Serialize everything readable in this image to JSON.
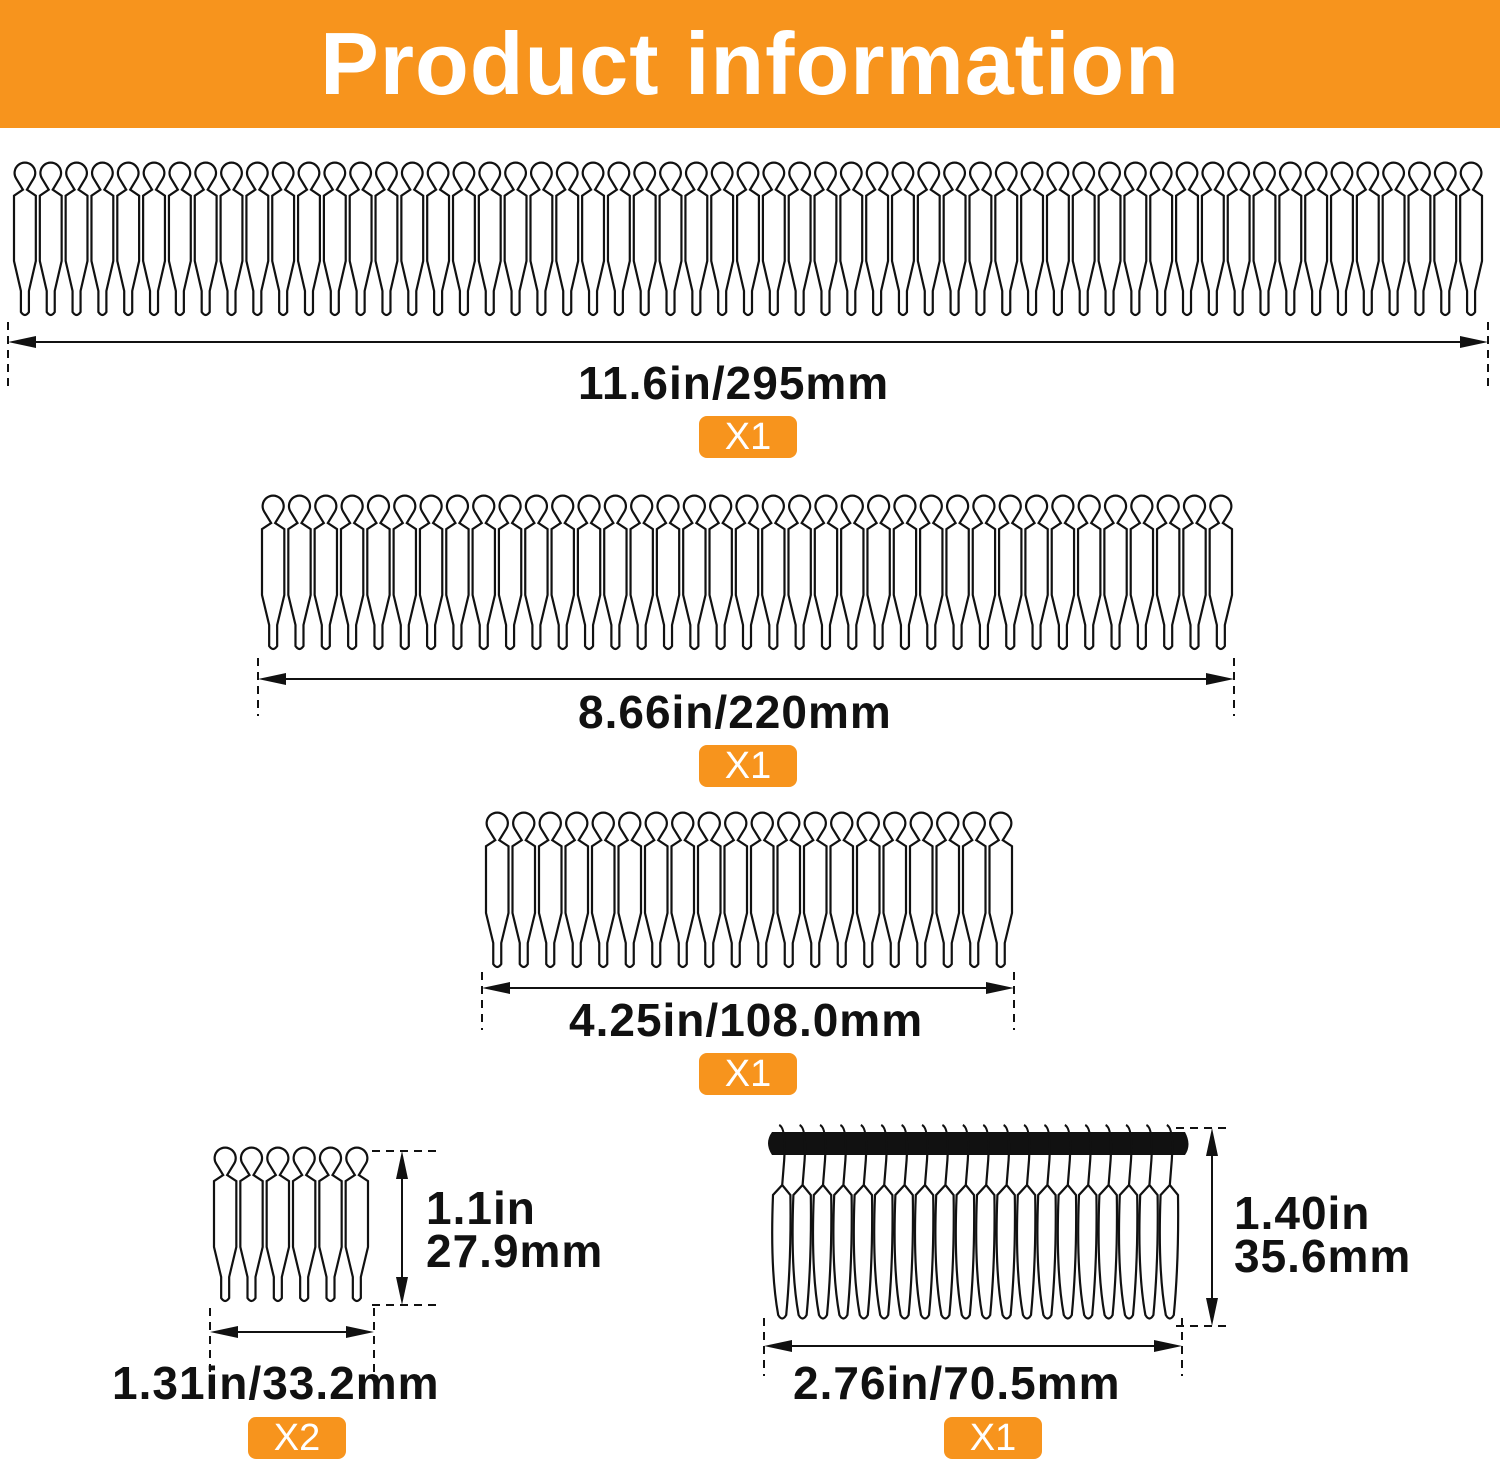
{
  "title": "Product information",
  "colors": {
    "accent": "#F7941D",
    "ink": "#111111"
  },
  "items": [
    {
      "name": "comb-1",
      "size": "11.6in/295mm",
      "qty": "X1",
      "teeth": 57
    },
    {
      "name": "comb-2",
      "size": "8.66in/220mm",
      "qty": "X1",
      "teeth": 37
    },
    {
      "name": "comb-3",
      "size": "4.25in/108.0mm",
      "qty": "X1",
      "teeth": 20
    },
    {
      "name": "comb-4",
      "size": "1.31in/33.2mm",
      "height_in": "1.1in",
      "height_mm": "27.9mm",
      "qty": "X2",
      "teeth": 6
    },
    {
      "name": "comb-5",
      "size": "2.76in/70.5mm",
      "height_in": "1.40in",
      "height_mm": "35.6mm",
      "qty": "X1",
      "teeth": 20
    }
  ]
}
